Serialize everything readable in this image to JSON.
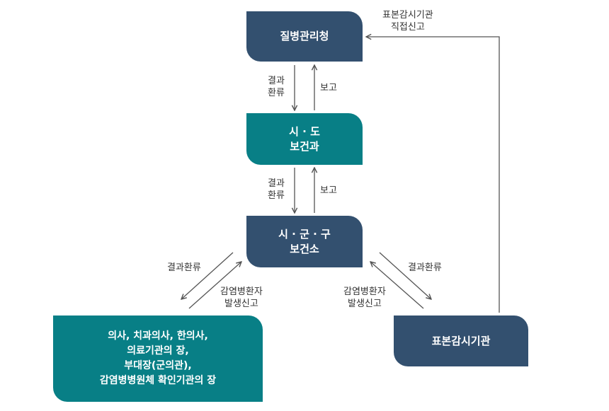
{
  "nodes": {
    "kdca": {
      "lines": [
        "질병관리청"
      ]
    },
    "sido": {
      "lines": [
        "시 · 도",
        "보건과"
      ]
    },
    "sigungu": {
      "lines": [
        "시 · 군 · 구",
        "보건소"
      ]
    },
    "hospital": {
      "lines": [
        "의사, 치과의사, 한의사,",
        "의료기관의 장,",
        "부대장(군의관),",
        "감염병병원체 확인기관의 장"
      ]
    },
    "sentinel": {
      "lines": [
        "표본감시기관"
      ]
    }
  },
  "labels": {
    "direct_report": [
      "표본감시기관",
      "직접신고"
    ],
    "result_return_1": [
      "결과",
      "환류"
    ],
    "report_1": "보고",
    "result_return_2": [
      "결과",
      "환류"
    ],
    "report_2": "보고",
    "left_result_return": "결과환류",
    "left_occurrence": [
      "감염병환자",
      "발생신고"
    ],
    "right_result_return": "결과환류",
    "right_occurrence": [
      "감염병환자",
      "발생신고"
    ]
  },
  "colors": {
    "navy": "#33506f",
    "teal": "#087f86",
    "arrow": "#555555"
  }
}
